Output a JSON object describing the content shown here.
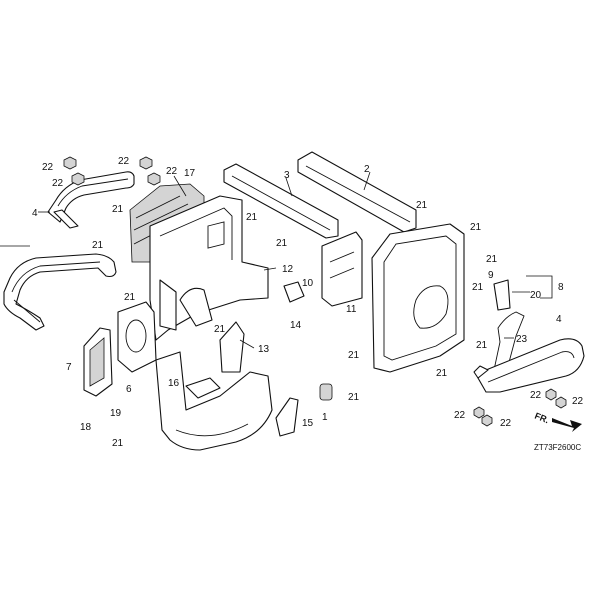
{
  "callouts": {
    "c1": "1",
    "c2": "2",
    "c3": "3",
    "c4a": "4",
    "c4b": "4",
    "c6": "6",
    "c7": "7",
    "c8": "8",
    "c9": "9",
    "c10": "10",
    "c11": "11",
    "c12": "12",
    "c13": "13",
    "c14": "14",
    "c15": "15",
    "c16": "16",
    "c17": "17",
    "c18": "18",
    "c19": "19",
    "c20": "20",
    "c21a": "21",
    "c21b": "21",
    "c21c": "21",
    "c21d": "21",
    "c21e": "21",
    "c21f": "21",
    "c21g": "21",
    "c21h": "21",
    "c21i": "21",
    "c21j": "21",
    "c21k": "21",
    "c21l": "21",
    "c21m": "21",
    "c21n": "21",
    "c21o": "21",
    "c22a": "22",
    "c22b": "22",
    "c22c": "22",
    "c22d": "22",
    "c22e": "22",
    "c22f": "22",
    "c22g": "22",
    "c23": "23"
  },
  "direction_label": "FR.",
  "diagram_code": "ZT73F2600C"
}
